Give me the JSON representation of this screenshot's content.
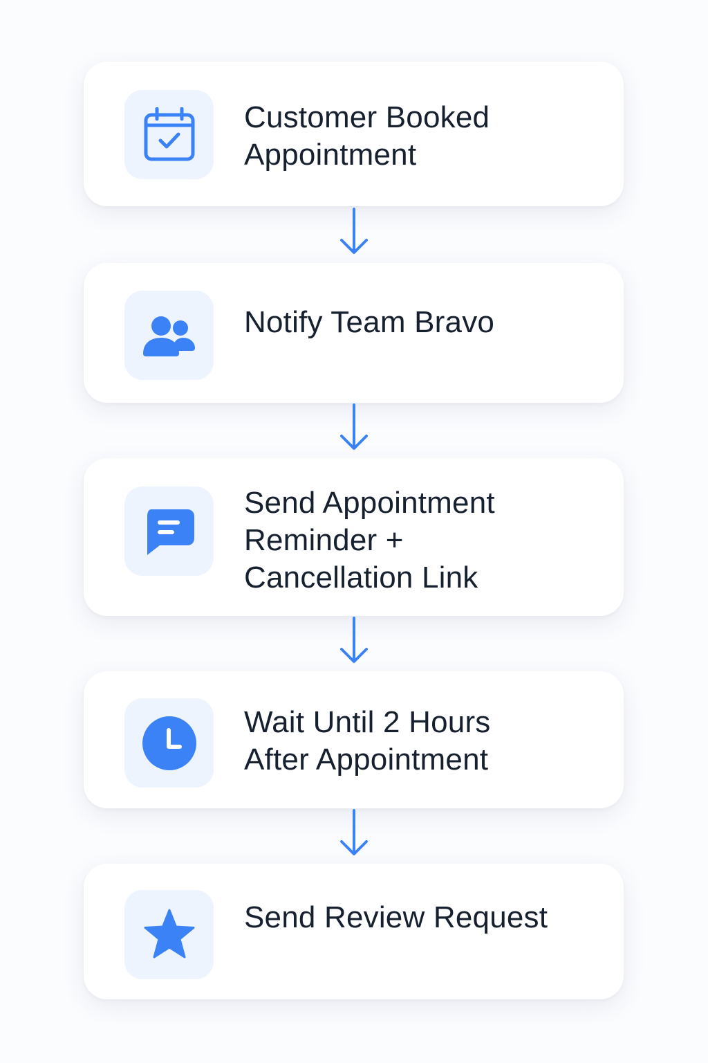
{
  "flowchart": {
    "steps": [
      {
        "label": "Customer Booked\nAppointment",
        "icon": "calendar-check-icon"
      },
      {
        "label": "Notify Team Bravo",
        "icon": "users-icon"
      },
      {
        "label": "Send Appointment\nReminder +\nCancellation Link",
        "icon": "message-icon"
      },
      {
        "label": "Wait Until 2 Hours\nAfter Appointment",
        "icon": "clock-icon"
      },
      {
        "label": "Send Review Request",
        "icon": "star-icon"
      }
    ]
  },
  "colors": {
    "accent": "#3b82f6",
    "icon_tile_bg": "#eef4fe",
    "card_bg": "#ffffff",
    "page_bg": "#fbfcfe",
    "text": "#16202f"
  }
}
